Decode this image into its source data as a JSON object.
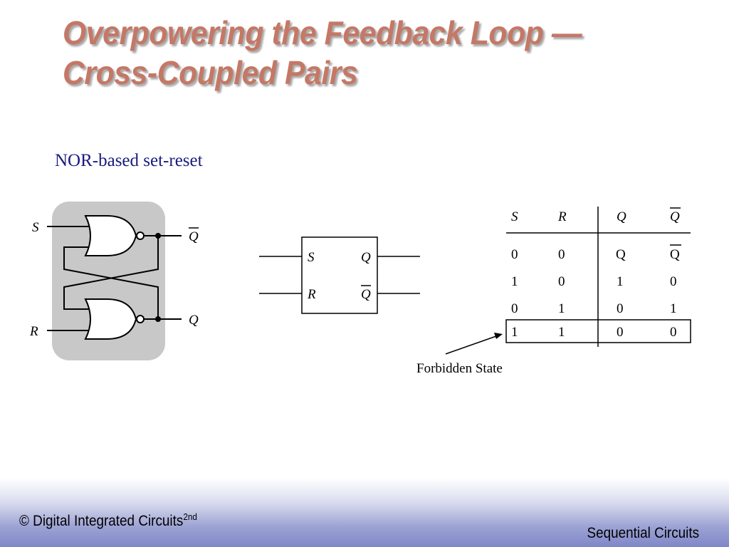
{
  "slide": {
    "title_line1": "Overpowering the Feedback Loop —",
    "title_line2": "Cross-Coupled Pairs",
    "subtitle": "NOR-based set-reset"
  },
  "circuit": {
    "input_s": "S",
    "input_r": "R",
    "output_qbar": "Q",
    "output_q": "Q"
  },
  "symbol": {
    "pin_s": "S",
    "pin_r": "R",
    "pin_q": "Q",
    "pin_qbar": "Q"
  },
  "truth_table": {
    "headers": [
      "S",
      "R",
      "Q",
      "Q"
    ],
    "rows": [
      [
        "0",
        "0",
        "Q",
        "Q"
      ],
      [
        "1",
        "0",
        "1",
        "0"
      ],
      [
        "0",
        "1",
        "0",
        "1"
      ],
      [
        "1",
        "1",
        "0",
        "0"
      ]
    ],
    "annotation": "Forbidden State"
  },
  "footer": {
    "left_text": "© Digital Integrated Circuits",
    "left_sup": "2nd",
    "right_text": "Sequential Circuits"
  },
  "colors": {
    "title": "#c47866",
    "subtitle": "#1a1a80",
    "latch_background": "#c8c8c8",
    "footer_gradient_end": "#7f87c8"
  }
}
